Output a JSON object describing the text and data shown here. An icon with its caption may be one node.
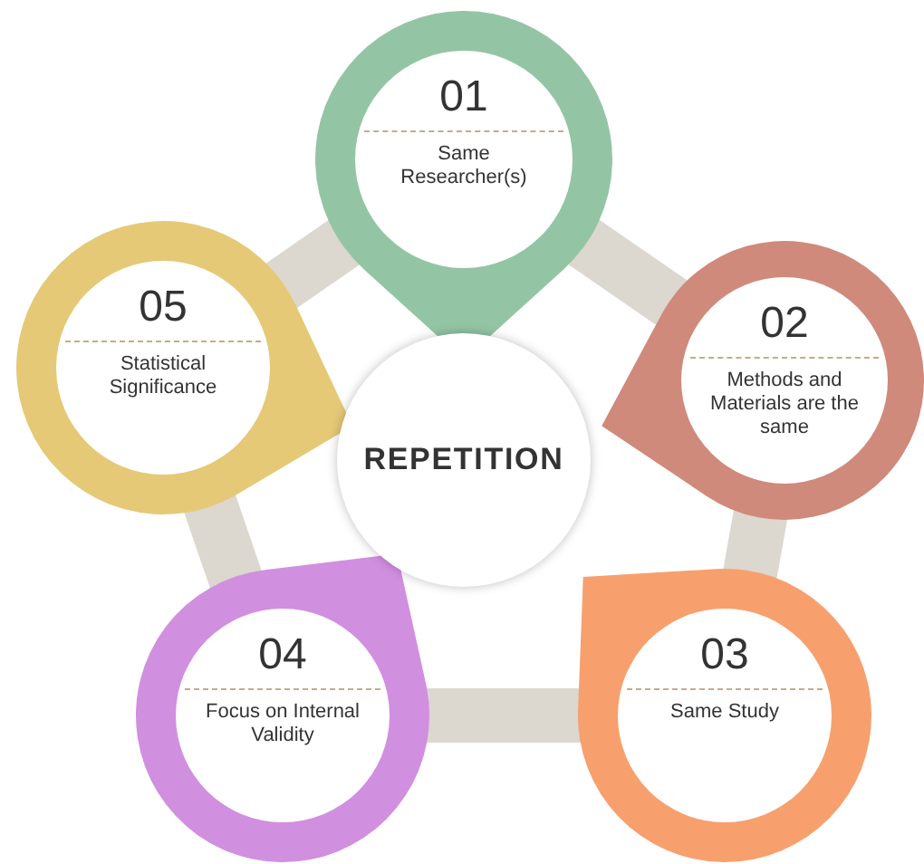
{
  "diagram": {
    "nodes": [
      {
        "text": [
          "REPETITION"
        ]
      },
      {
        "text": [
          "01",
          "Same Researcher(s)"
        ]
      },
      {
        "text": [
          "02",
          "Methods and Materials are the same"
        ]
      },
      {
        "text": [
          "03",
          "Same Study"
        ]
      },
      {
        "text": [
          "04",
          "Focus on Internal Validity"
        ]
      },
      {
        "text": [
          "05",
          "Statistical Significance"
        ]
      }
    ]
  }
}
